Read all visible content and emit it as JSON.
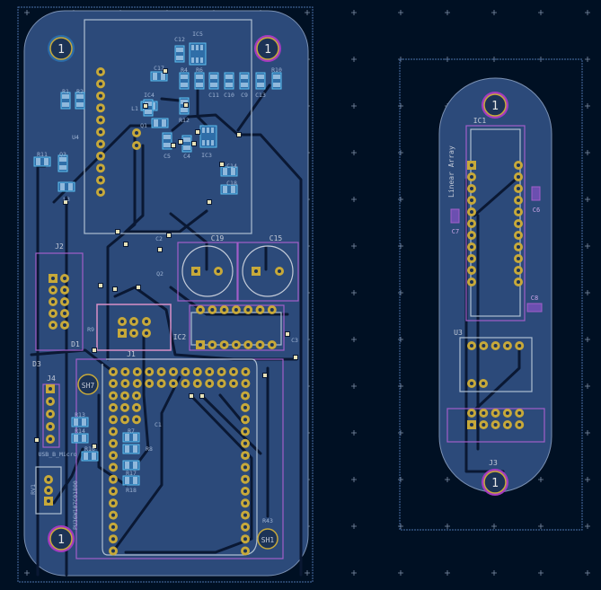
{
  "view": {
    "title": "PCB layout editor canvas"
  },
  "colors": {
    "background": "#001023",
    "board": "#2c4a7a",
    "pad": "#c7a93a",
    "smd_pad": "#5aa6d6",
    "courtyard": "#a25fc9",
    "outline": "#c4cbd8"
  },
  "left_board": {
    "mount_hole_label": "1",
    "shields": [
      "SH7",
      "SH1"
    ],
    "module_text": "PU36W107C01800",
    "labels": {
      "U4": "U4",
      "J2": "J2",
      "J1": "J1",
      "J4": "J4",
      "IC2": "IC2",
      "C19": "C19",
      "C15": "C15",
      "D1": "D1",
      "D3": "D3",
      "R9": "R9",
      "Q2": "Q2",
      "C2": "C2",
      "C3": "C3",
      "USB": "USB_B_Micro",
      "RV1": "RV1",
      "R43": "R43",
      "C1": "C1"
    },
    "smd": [
      {
        "ref": "C12"
      },
      {
        "ref": "IC5"
      },
      {
        "ref": "C17"
      },
      {
        "ref": "R4"
      },
      {
        "ref": "R6"
      },
      {
        "ref": "C11"
      },
      {
        "ref": "C10"
      },
      {
        "ref": "C9"
      },
      {
        "ref": "C13"
      },
      {
        "ref": "R10"
      },
      {
        "ref": "R1"
      },
      {
        "ref": "R2"
      },
      {
        "ref": "IC4"
      },
      {
        "ref": "L1"
      },
      {
        "ref": "R12"
      },
      {
        "ref": "Q1"
      },
      {
        "ref": "C5"
      },
      {
        "ref": "C4"
      },
      {
        "ref": "IC3"
      },
      {
        "ref": "R11"
      },
      {
        "ref": "Q3"
      },
      {
        "ref": "L3"
      },
      {
        "ref": "C14"
      },
      {
        "ref": "C18"
      },
      {
        "ref": "R13"
      },
      {
        "ref": "R14"
      },
      {
        "ref": "R16"
      },
      {
        "ref": "R7"
      },
      {
        "ref": "R8"
      },
      {
        "ref": "R17"
      },
      {
        "ref": "R18"
      }
    ]
  },
  "right_board": {
    "title": "Linear Array",
    "mount_hole_label": "1",
    "labels": {
      "IC1": "IC1",
      "C7": "C7",
      "C6": "C6",
      "C8": "C8",
      "U3": "U3",
      "J3": "J3"
    }
  }
}
